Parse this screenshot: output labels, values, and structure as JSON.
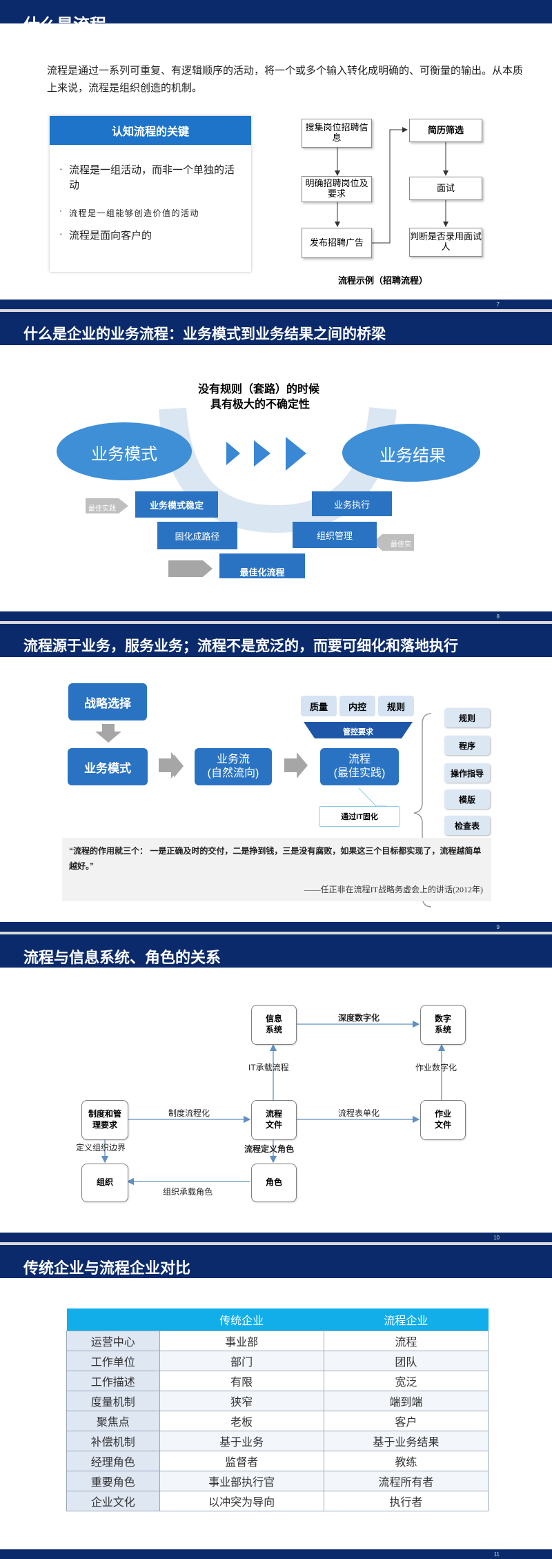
{
  "slide1": {
    "title": "什么是流程",
    "definition": "流程是通过一系列可重复、有逻辑顺序的活动，将一个或多个输入转化成明确的、可衡量的输出。从本质上来说，流程是组织创造的机制。",
    "key_title": "认知流程的关键",
    "key_points": [
      "流程是一组活动，而非一个单独的活动",
      "流程是一组能够创造价值的活动",
      "流程是面向客户的"
    ],
    "flow_steps": [
      "搜集岗位招聘信息",
      "明确招聘岗位及要求",
      "发布招聘广告",
      "简历筛选",
      "面试",
      "判断是否录用面试人"
    ],
    "caption": "流程示例（招聘流程）",
    "page": "7"
  },
  "slide2": {
    "title": "什么是企业的业务流程：业务模式到业务结果之间的桥梁",
    "subtitle_line1": "没有规则（套路）的时候",
    "subtitle_line2": "具有极大的不确定性",
    "left_oval": "业务模式",
    "right_oval": "业务结果",
    "best_left": "最佳实践",
    "best_right": "最佳实",
    "stable": "业务模式稳定",
    "solidify": "固化成路径",
    "exec": "业务执行",
    "org": "组织管理",
    "bottom": "最佳化流程",
    "page": "8"
  },
  "slide3": {
    "title": "流程源于业务，服务业务；流程不是宽泛的，而要可细化和落地执行",
    "strategy": "战略选择",
    "model": "业务模式",
    "flow_a": "业务流",
    "flow_b": "(自然流向)",
    "process_a": "流程",
    "process_b": "(最佳实践)",
    "controls": [
      "质量",
      "内控",
      "规则"
    ],
    "control_req": "管控要求",
    "it_fix": "通过IT固化",
    "outputs": [
      "规则",
      "程序",
      "操作指导",
      "模版",
      "检查表"
    ],
    "quote": "“流程的作用就三个：  一是正确及时的交付，二是挣到钱，三是没有腐败，如果这三个目标都实现了，流程越简单越好。”",
    "quote_source": "——任正非在流程IT战略务虚会上的讲话(2012年)",
    "page": "9"
  },
  "slide4": {
    "title": "流程与信息系统、角色的关系",
    "nodes": {
      "info": "信息\n系统",
      "digital": "数字\n系统",
      "rules": "制度和管\n理要求",
      "process": "流程\n文件",
      "work": "作业\n文件",
      "org": "组织",
      "role": "角色"
    },
    "edges": {
      "deep_digital": "深度数字化",
      "it_flow": "IT承载流程",
      "work_digital": "作业数字化",
      "rule_flow": "制度流程化",
      "flow_form": "流程表单化",
      "org_boundary": "定义组织边界",
      "flow_role": "流程定义角色",
      "org_role": "组织承载角色"
    },
    "page": "10"
  },
  "slide5": {
    "title": "传统企业与流程企业对比",
    "columns": [
      "",
      "传统企业",
      "流程企业"
    ],
    "rows": [
      [
        "运营中心",
        "事业部",
        "流程"
      ],
      [
        "工作单位",
        "部门",
        "团队"
      ],
      [
        "工作描述",
        "有限",
        "宽泛"
      ],
      [
        "度量机制",
        "狭窄",
        "端到端"
      ],
      [
        "聚焦点",
        "老板",
        "客户"
      ],
      [
        "补偿机制",
        "基于业务",
        "基于业务结果"
      ],
      [
        "经理角色",
        "监督者",
        "教练"
      ],
      [
        "重要角色",
        "事业部执行官",
        "流程所有者"
      ],
      [
        "企业文化",
        "以冲突为导向",
        "执行者"
      ]
    ],
    "page": "11"
  }
}
